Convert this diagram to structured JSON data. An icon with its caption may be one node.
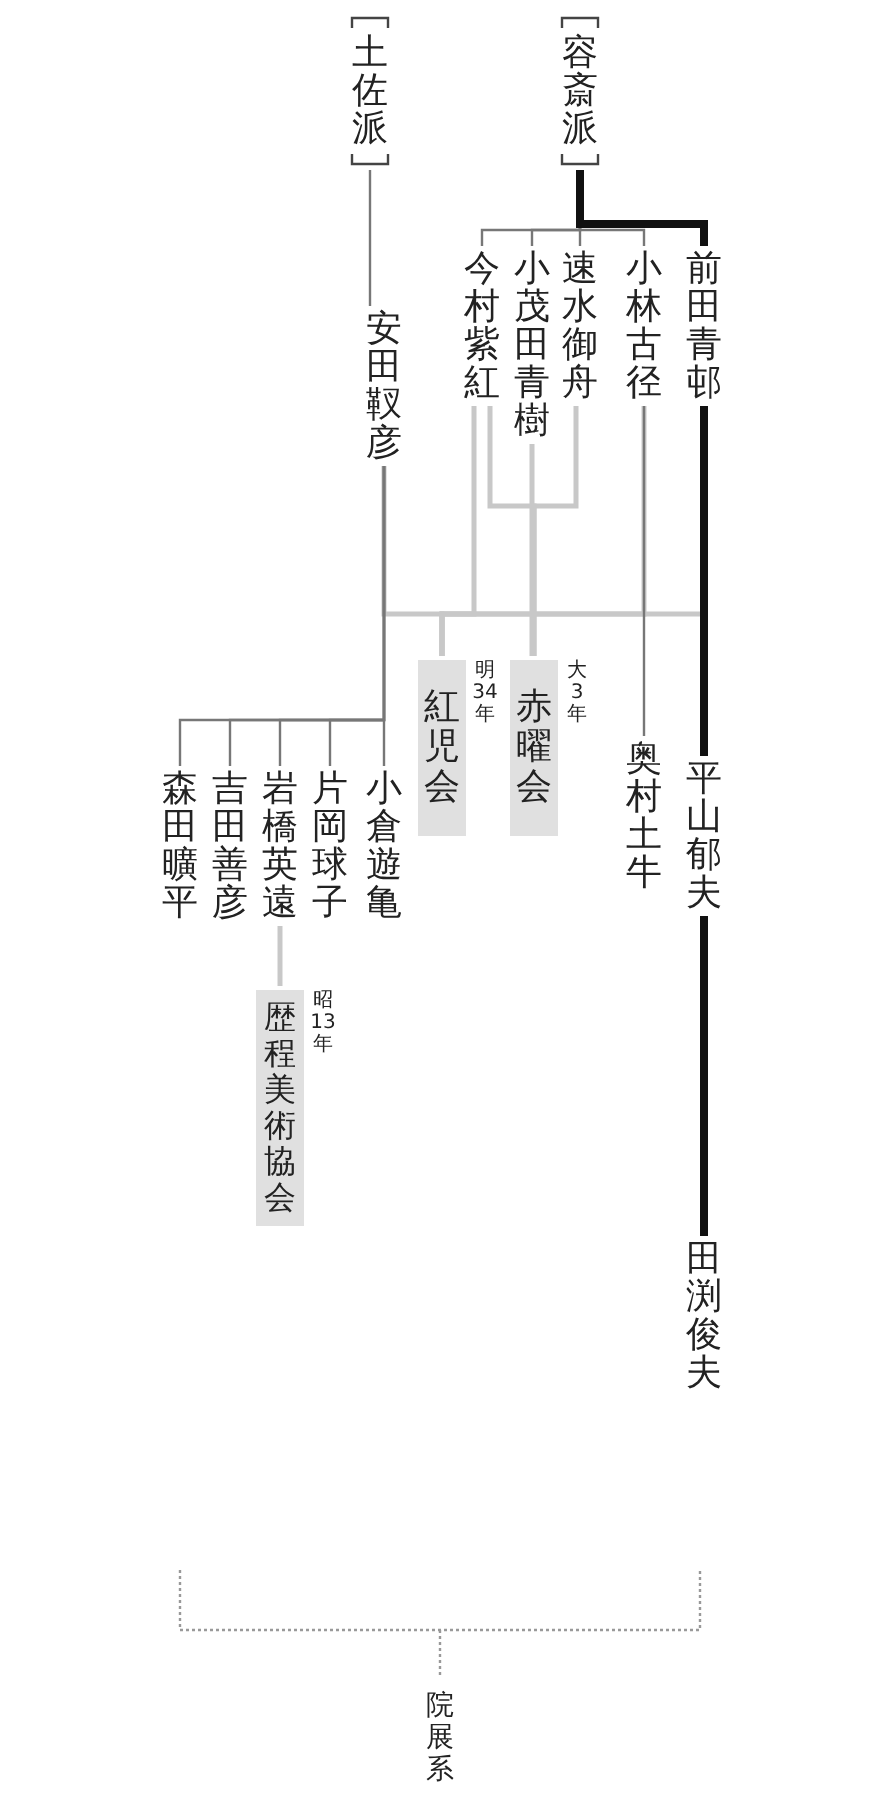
{
  "diagram": {
    "nodes": [
      {
        "text": [
          "容斎派"
        ]
      },
      {
        "text": [
          "土佐派"
        ]
      },
      {
        "text": [
          "前田青邨"
        ]
      },
      {
        "text": [
          "小林古径"
        ]
      },
      {
        "text": [
          "速水御舟"
        ]
      },
      {
        "text": [
          "小茂田青樹"
        ]
      },
      {
        "text": [
          "今村紫紅"
        ]
      },
      {
        "text": [
          "安田靫彦"
        ]
      },
      {
        "text": [
          "奥村土牛"
        ]
      },
      {
        "text": [
          "平山郁夫"
        ]
      },
      {
        "text": [
          "田渕俊夫"
        ]
      },
      {
        "text": [
          "紅児会"
        ],
        "beside": [
          "明34年"
        ]
      },
      {
        "text": [
          "赤曜会"
        ],
        "beside": [
          "大3年"
        ]
      },
      {
        "text": [
          "小倉遊亀"
        ]
      },
      {
        "text": [
          "片岡球子"
        ]
      },
      {
        "text": [
          "岩橋英遠"
        ]
      },
      {
        "text": [
          "吉田善彦"
        ]
      },
      {
        "text": [
          "森田曠平"
        ]
      },
      {
        "text": [
          "歴程美術協会"
        ],
        "beside": [
          "昭13年"
        ]
      }
    ],
    "edges": [
      {
        "from": 0,
        "to": 2,
        "arrow": "none",
        "style": "thick",
        "color": "#111111"
      },
      {
        "from": 0,
        "to": 3,
        "arrow": "none"
      },
      {
        "from": 0,
        "to": 4,
        "arrow": "none"
      },
      {
        "from": 0,
        "to": 5,
        "arrow": "none"
      },
      {
        "from": 0,
        "to": 6,
        "arrow": "none"
      },
      {
        "from": 1,
        "to": 7,
        "arrow": "none"
      },
      {
        "from": 2,
        "to": 9,
        "arrow": "none",
        "style": "thick",
        "color": "#111111"
      },
      {
        "from": 9,
        "to": 10,
        "arrow": "none",
        "style": "thick",
        "color": "#111111"
      },
      {
        "from": 3,
        "to": 8,
        "arrow": "none"
      },
      {
        "from": 6,
        "to": 12,
        "arrow": "none",
        "color": "#c8c8c8"
      },
      {
        "from": 4,
        "to": 12,
        "arrow": "none",
        "color": "#c8c8c8"
      },
      {
        "from": 5,
        "to": 12,
        "arrow": "none",
        "color": "#c8c8c8"
      },
      {
        "from": 7,
        "to": 11,
        "arrow": "none",
        "color": "#c8c8c8"
      },
      {
        "from": 6,
        "to": 11,
        "arrow": "none",
        "color": "#c8c8c8"
      },
      {
        "from": 3,
        "to": 11,
        "arrow": "none",
        "color": "#c8c8c8"
      },
      {
        "from": 2,
        "to": 11,
        "arrow": "none",
        "color": "#c8c8c8"
      },
      {
        "from": 7,
        "to": 13,
        "arrow": "none"
      },
      {
        "from": 7,
        "to": 14,
        "arrow": "none"
      },
      {
        "from": 7,
        "to": 15,
        "arrow": "none"
      },
      {
        "from": 7,
        "to": 16,
        "arrow": "none"
      },
      {
        "from": 7,
        "to": 17,
        "arrow": "none"
      },
      {
        "from": 15,
        "to": 18,
        "arrow": "none",
        "color": "#c8c8c8"
      }
    ],
    "labels": [
      "院展系"
    ]
  }
}
